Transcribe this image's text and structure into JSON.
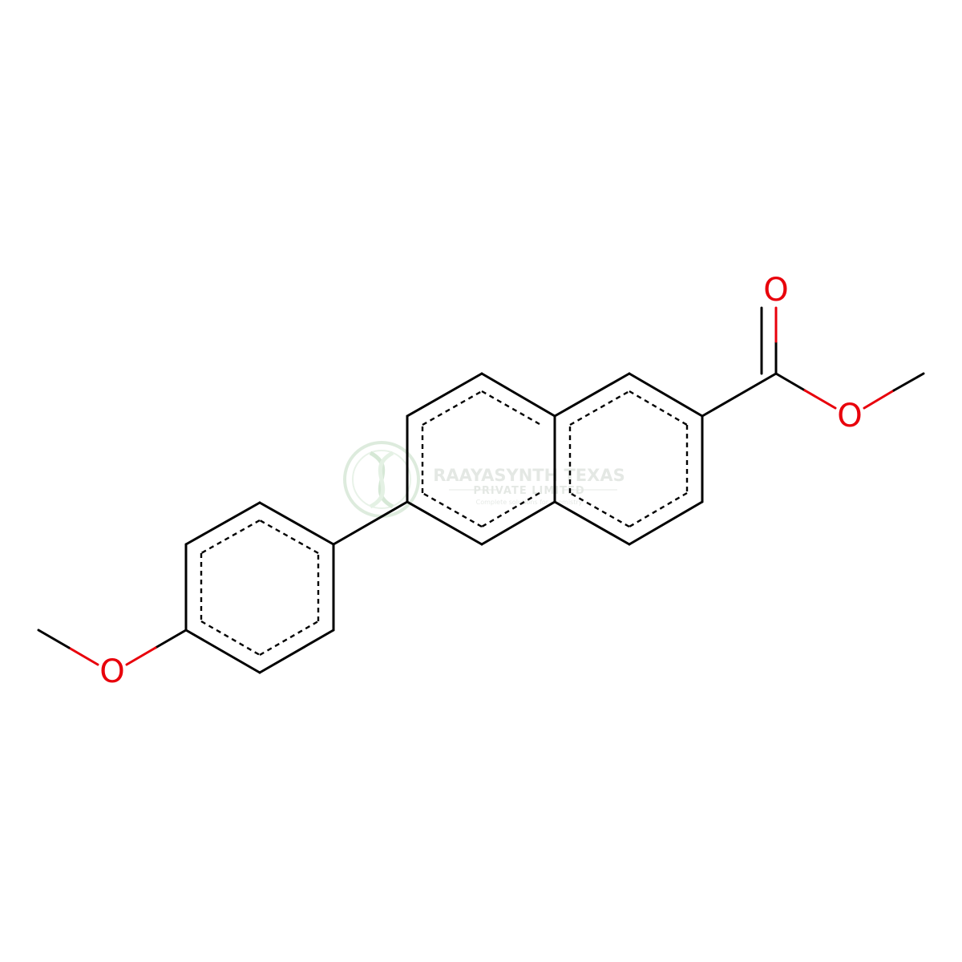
{
  "molecule": {
    "atom_labels": [
      "O",
      "O",
      "O"
    ],
    "colors": {
      "bond": "#000000",
      "oxygen": "#e8000b"
    }
  },
  "watermark": {
    "title": "RAAYASYNTH TEXAS",
    "subtitle": "PRIVATE LIMITED",
    "tagline": "Complete solutions for chemistry"
  }
}
